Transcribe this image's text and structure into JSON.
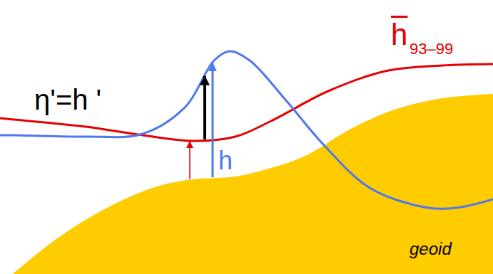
{
  "diagram": {
    "labels": [
      "η'=h '",
      "h",
      "h",
      "93–99",
      "geoid"
    ]
  }
}
